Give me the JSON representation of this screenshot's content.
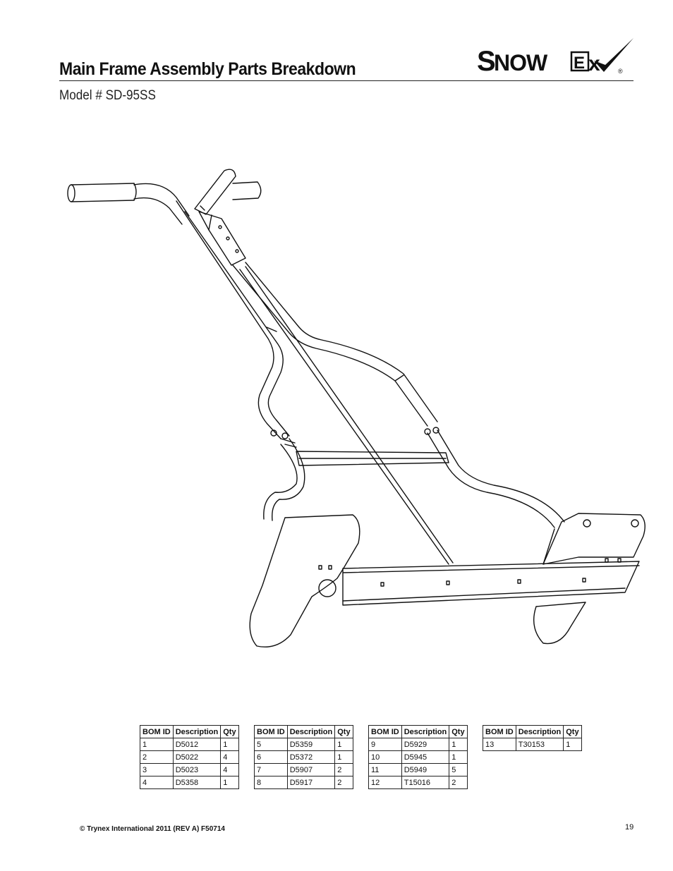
{
  "header": {
    "title": "Main Frame Assembly Parts Breakdown",
    "subtitle": "Model # SD-95SS"
  },
  "logo": {
    "text_main": "SNOW",
    "text_ex": "EX",
    "registered": "®"
  },
  "bom_headers": [
    "BOM ID",
    "Description",
    "Qty"
  ],
  "bom_tables": [
    {
      "rows": [
        [
          "1",
          "D5012",
          "1"
        ],
        [
          "2",
          "D5022",
          "4"
        ],
        [
          "3",
          "D5023",
          "4"
        ],
        [
          "4",
          "D5358",
          "1"
        ]
      ]
    },
    {
      "rows": [
        [
          "5",
          "D5359",
          "1"
        ],
        [
          "6",
          "D5372",
          "1"
        ],
        [
          "7",
          "D5907",
          "2"
        ],
        [
          "8",
          "D5917",
          "2"
        ]
      ]
    },
    {
      "rows": [
        [
          "9",
          "D5929",
          "1"
        ],
        [
          "10",
          "D5945",
          "1"
        ],
        [
          "11",
          "D5949",
          "5"
        ],
        [
          "12",
          "T15016",
          "2"
        ]
      ]
    },
    {
      "rows": [
        [
          "13",
          "T30153",
          "1"
        ]
      ]
    }
  ],
  "footer": {
    "copyright": "© Trynex International 2011  (REV A) F50714",
    "page_number": "19"
  }
}
